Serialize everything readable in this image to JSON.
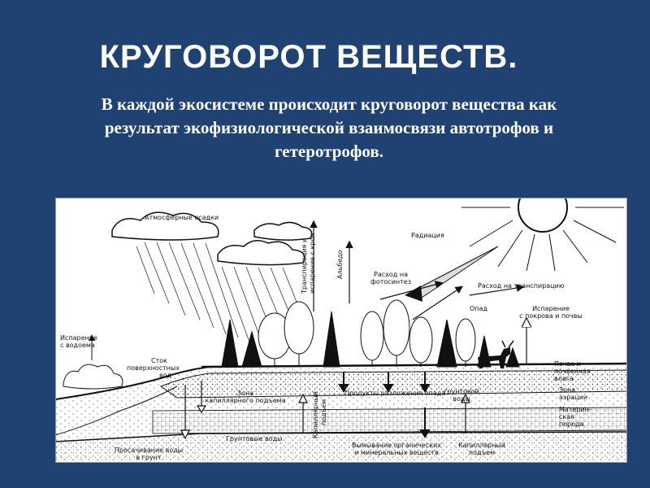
{
  "slide": {
    "title": "КРУГОВОРОТ ВЕЩЕСТВ.",
    "subtitle_lines": [
      "В каждой экосистеме происходит круговорот вещества как",
      "результат экофизиологической взаимосвязи автотрофов и",
      "гетеротрофов."
    ]
  },
  "diagram": {
    "labels": {
      "precipitation": "Атмосферные осадки",
      "transpiration_vertical_1": "Транспирация и",
      "transpiration_vertical_2": "испарение с крон",
      "albedo": "Альбедо",
      "radiation": "Радиация",
      "photosynthesis_1": "Расход на",
      "photosynthesis_2": "фотосинтез",
      "transpiration_use": "Расход на транспирацию",
      "litter": "Опад",
      "evaporation_soil_1": "Испарение",
      "evaporation_soil_2": "с покрова и почвы",
      "evaporation_water_1": "Испарение",
      "evaporation_water_2": "с водоема",
      "runoff_1": "Сток",
      "runoff_2": "поверхностных",
      "runoff_3": "вод",
      "capillary_zone_1": "Зона",
      "capillary_zone_2": "капиллярного подъема",
      "capillary_vertical_1": "Капиллярный",
      "capillary_vertical_2": "подъем",
      "decomposition_1": "Продукты разложения опада",
      "decomposition_2": "грунтовой",
      "decomposition_3": "воды",
      "soil_moisture_1": "Почва и",
      "soil_moisture_2": "почвенная",
      "soil_moisture_3": "влага",
      "aeration_1": "Зона",
      "aeration_2": "аэрации",
      "parent_rock_1": "Материн-",
      "parent_rock_2": "ская",
      "parent_rock_3": "порода",
      "groundwater": "Грунтовые воды",
      "seepage_1": "Просачивание воды",
      "seepage_2": "в грунт",
      "leaching_1": "Вымывание органических",
      "leaching_2": "и минеральных веществ",
      "capillary_rise_1": "Капиллярный",
      "capillary_rise_2": "подъем"
    }
  }
}
